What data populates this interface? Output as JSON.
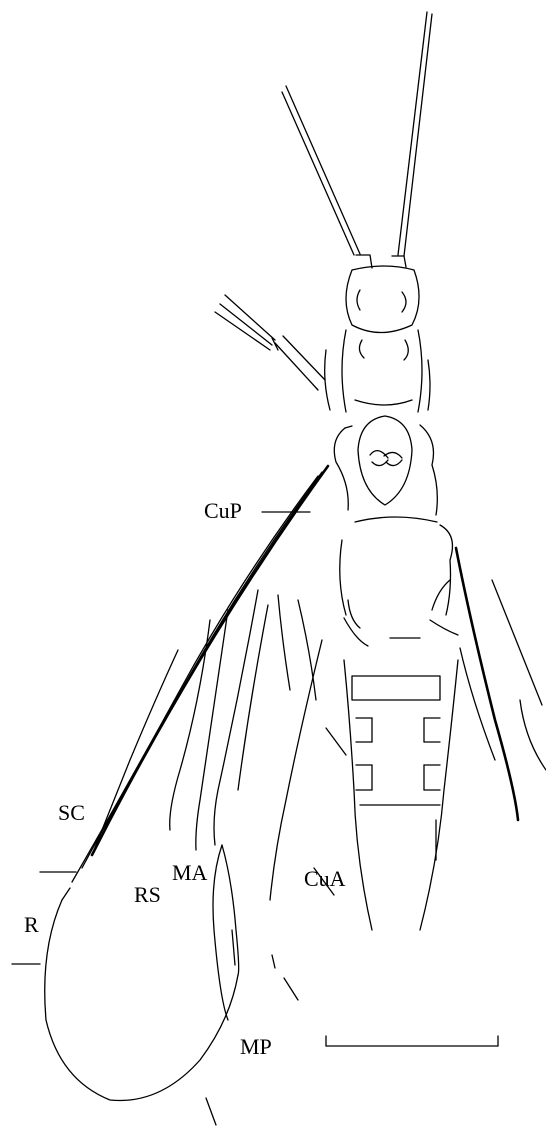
{
  "labels": {
    "cup": "CuP",
    "sc": "SC",
    "rs": "RS",
    "ma": "MA",
    "cua": "CuA",
    "r": "R",
    "mp": "MP"
  },
  "colors": {
    "ink": "#000000",
    "background": "#ffffff"
  }
}
